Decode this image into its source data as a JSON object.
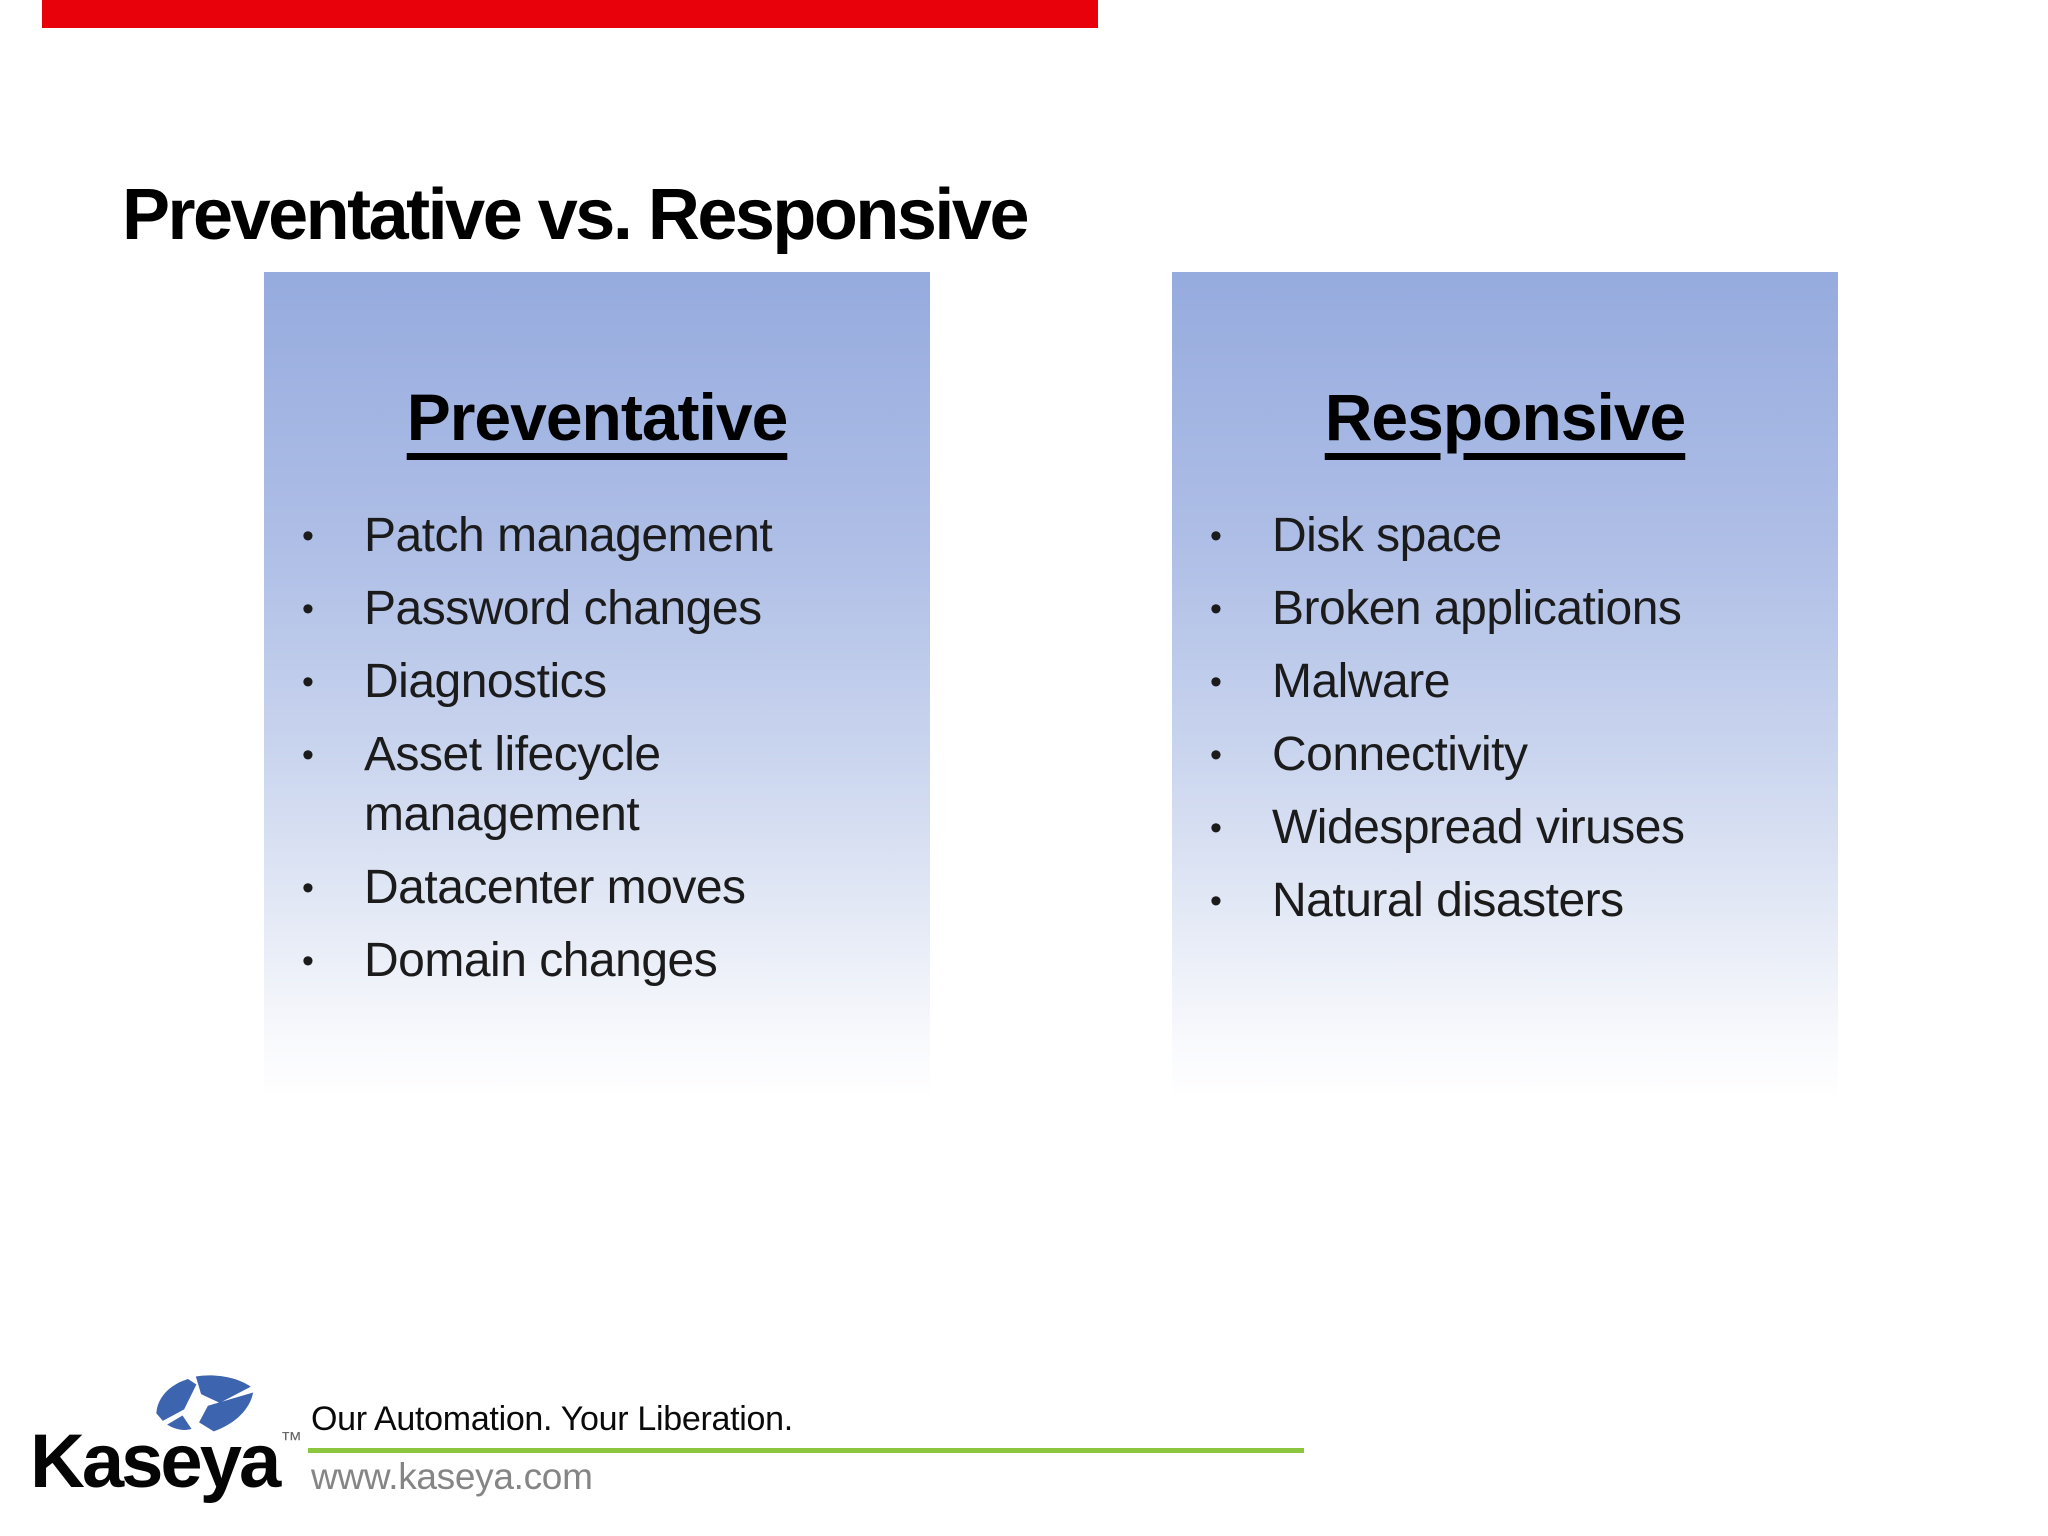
{
  "slide": {
    "title": "Preventative vs. Responsive",
    "bullet_char": "•",
    "panels": [
      {
        "heading": "Preventative",
        "items": [
          "Patch management",
          "Password changes",
          "Diagnostics",
          "Asset lifecycle management",
          "Datacenter moves",
          "Domain changes"
        ]
      },
      {
        "heading": "Responsive",
        "items": [
          "Disk space",
          "Broken applications",
          "Malware",
          "Connectivity",
          "Widespread viruses",
          "Natural disasters"
        ]
      }
    ]
  },
  "footer": {
    "brand": "Kaseya",
    "trademark": "™",
    "tagline": "Our Automation. Your Liberation.",
    "website": "www.kaseya.com"
  },
  "colors": {
    "accent_red": "#E8000B",
    "panel_top": "#96ABDE",
    "panel_mid": "#C9D4EE",
    "panel_bottom": "#FEFEFF",
    "rule_green": "#8CC63F",
    "logo_blue": "#3D64AE",
    "url_gray": "#858585",
    "text_dark": "#1B1B1B"
  }
}
